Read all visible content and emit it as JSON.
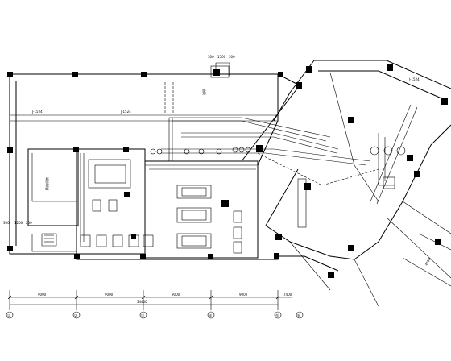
{
  "plan": {
    "top_labels": [
      "300",
      "1500",
      "300"
    ],
    "pipe_labels": [
      "J-1524",
      "J-1524",
      "J-1524"
    ],
    "room_label_left": "换热机房",
    "side_label": "说明",
    "left_dims": [
      "300",
      "1200",
      "200"
    ],
    "right_dim": "4000"
  },
  "dimensions": {
    "segments": [
      "9000",
      "9000",
      "9000",
      "9000",
      "7400"
    ],
    "total": "34400"
  },
  "axes": [
    "⑴",
    "⑵",
    "⑶",
    "⑷",
    "⑸",
    "⑹"
  ]
}
